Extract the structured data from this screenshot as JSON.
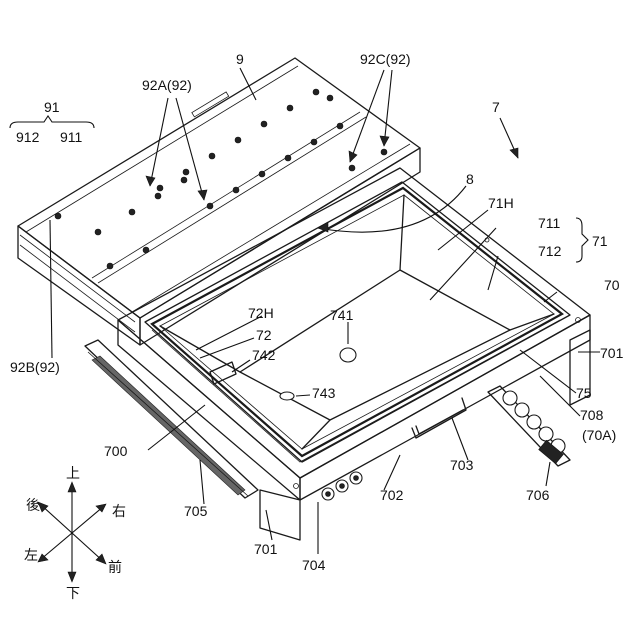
{
  "labels": {
    "l9": "9",
    "l91": "91",
    "l912": "912",
    "l911": "911",
    "l92A": "92A(92)",
    "l92C": "92C(92)",
    "l92B": "92B(92)",
    "l7": "7",
    "l8": "8",
    "l71H": "71H",
    "l711": "711",
    "l712": "712",
    "l71": "71",
    "l70": "70",
    "l72H": "72H",
    "l72": "72",
    "l741": "741",
    "l742": "742",
    "l743": "743",
    "l701a": "701",
    "l701b": "701",
    "l75": "75",
    "l708": "708",
    "l70A": "(70A)",
    "l700": "700",
    "l703": "703",
    "l705": "705",
    "l702": "702",
    "l706": "706",
    "l704": "704"
  },
  "directions": {
    "up": "上",
    "down": "下",
    "left": "左",
    "right": "右",
    "back": "後",
    "front": "前"
  }
}
